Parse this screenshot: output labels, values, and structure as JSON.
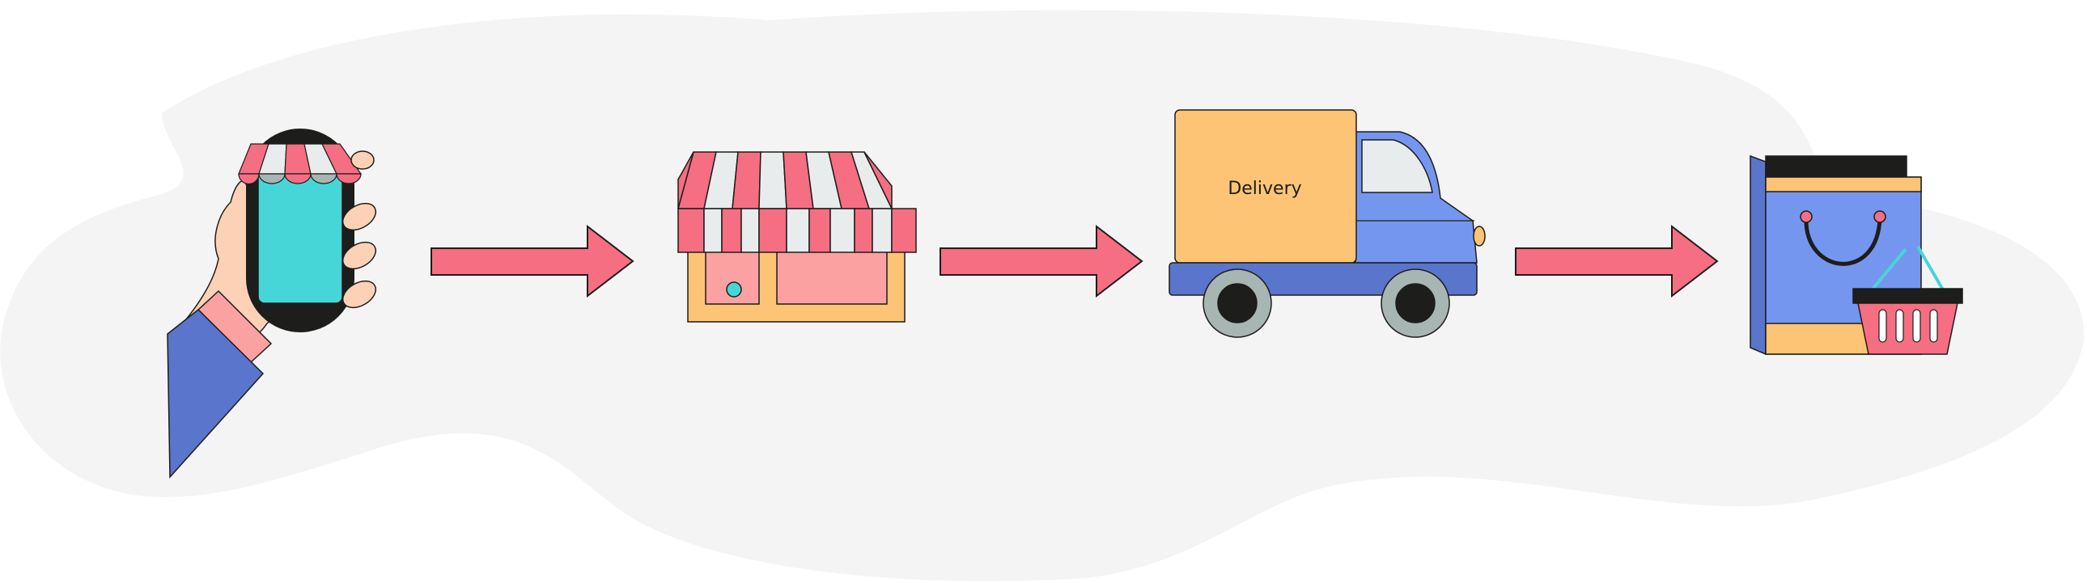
{
  "flow": {
    "steps": [
      {
        "id": "order",
        "icon": "smartphone-shop-icon"
      },
      {
        "id": "store",
        "icon": "storefront-icon"
      },
      {
        "id": "shipping",
        "icon": "delivery-truck-icon",
        "label": "Delivery"
      },
      {
        "id": "receive",
        "icon": "shopping-bag-basket-icon"
      }
    ],
    "connector_icon": "arrow-right-icon"
  },
  "colors": {
    "background_blob": "#f3f4f3",
    "accent_pink": "#f66e82",
    "light_pink": "#fba1a1",
    "stripe_light": "#e9ecec",
    "orange": "#fdc475",
    "blue": "#7596ef",
    "dark_blue": "#5975cc",
    "teal": "#46d6d7",
    "skin": "#fdd1b5",
    "dark": "#1d1d1b",
    "wheel_gray": "#a7b5b3"
  }
}
